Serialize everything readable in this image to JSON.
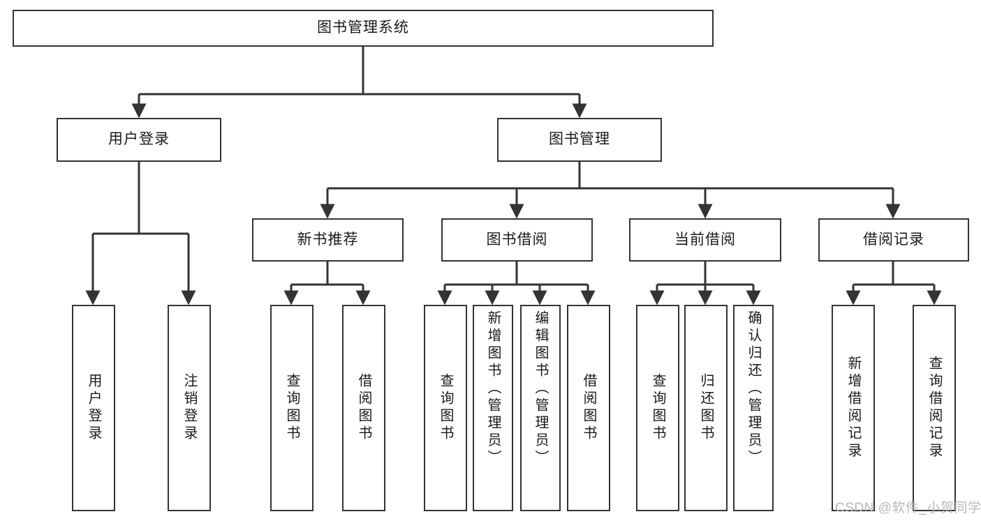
{
  "diagram": {
    "type": "tree",
    "title": "图书管理系统",
    "orientation": "top-down",
    "colors": {
      "stroke": "#333333",
      "fill": "#ffffff",
      "text": "#1a1a1a",
      "watermark": "#b9b9b9"
    },
    "nodes": {
      "root": {
        "label": "图书管理系统"
      },
      "level2": [
        {
          "id": "user-login",
          "label": "用户登录"
        },
        {
          "id": "book-management",
          "label": "图书管理"
        }
      ],
      "level3": [
        {
          "id": "new-book-recommend",
          "label": "新书推荐"
        },
        {
          "id": "book-borrow",
          "label": "图书借阅"
        },
        {
          "id": "current-borrow",
          "label": "当前借阅"
        },
        {
          "id": "borrow-record",
          "label": "借阅记录"
        }
      ],
      "leaves": [
        {
          "id": "leaf-user-login",
          "label": "用户登录",
          "parent": "user-login"
        },
        {
          "id": "leaf-logout-login",
          "label": "注销登录",
          "parent": "user-login"
        },
        {
          "id": "leaf-query-book-1",
          "label": "查询图书",
          "parent": "new-book-recommend"
        },
        {
          "id": "leaf-borrow-book-1",
          "label": "借阅图书",
          "parent": "new-book-recommend"
        },
        {
          "id": "leaf-query-book-2",
          "label": "查询图书",
          "parent": "book-borrow"
        },
        {
          "id": "leaf-add-book-admin",
          "label": "新增图书（管理员）",
          "parent": "book-borrow"
        },
        {
          "id": "leaf-edit-book-admin",
          "label": "编辑图书（管理员）",
          "parent": "book-borrow"
        },
        {
          "id": "leaf-borrow-book-2",
          "label": "借阅图书",
          "parent": "book-borrow"
        },
        {
          "id": "leaf-query-book-3",
          "label": "查询图书",
          "parent": "current-borrow"
        },
        {
          "id": "leaf-return-book",
          "label": "归还图书",
          "parent": "current-borrow"
        },
        {
          "id": "leaf-confirm-return-admin",
          "label": "确认归还（管理员）",
          "parent": "current-borrow"
        },
        {
          "id": "leaf-add-borrow-record",
          "label": "新增借阅记录",
          "parent": "borrow-record"
        },
        {
          "id": "leaf-query-borrow-record",
          "label": "查询借阅记录",
          "parent": "borrow-record"
        }
      ]
    },
    "watermark": "CSDN @软件_小贺同学"
  }
}
